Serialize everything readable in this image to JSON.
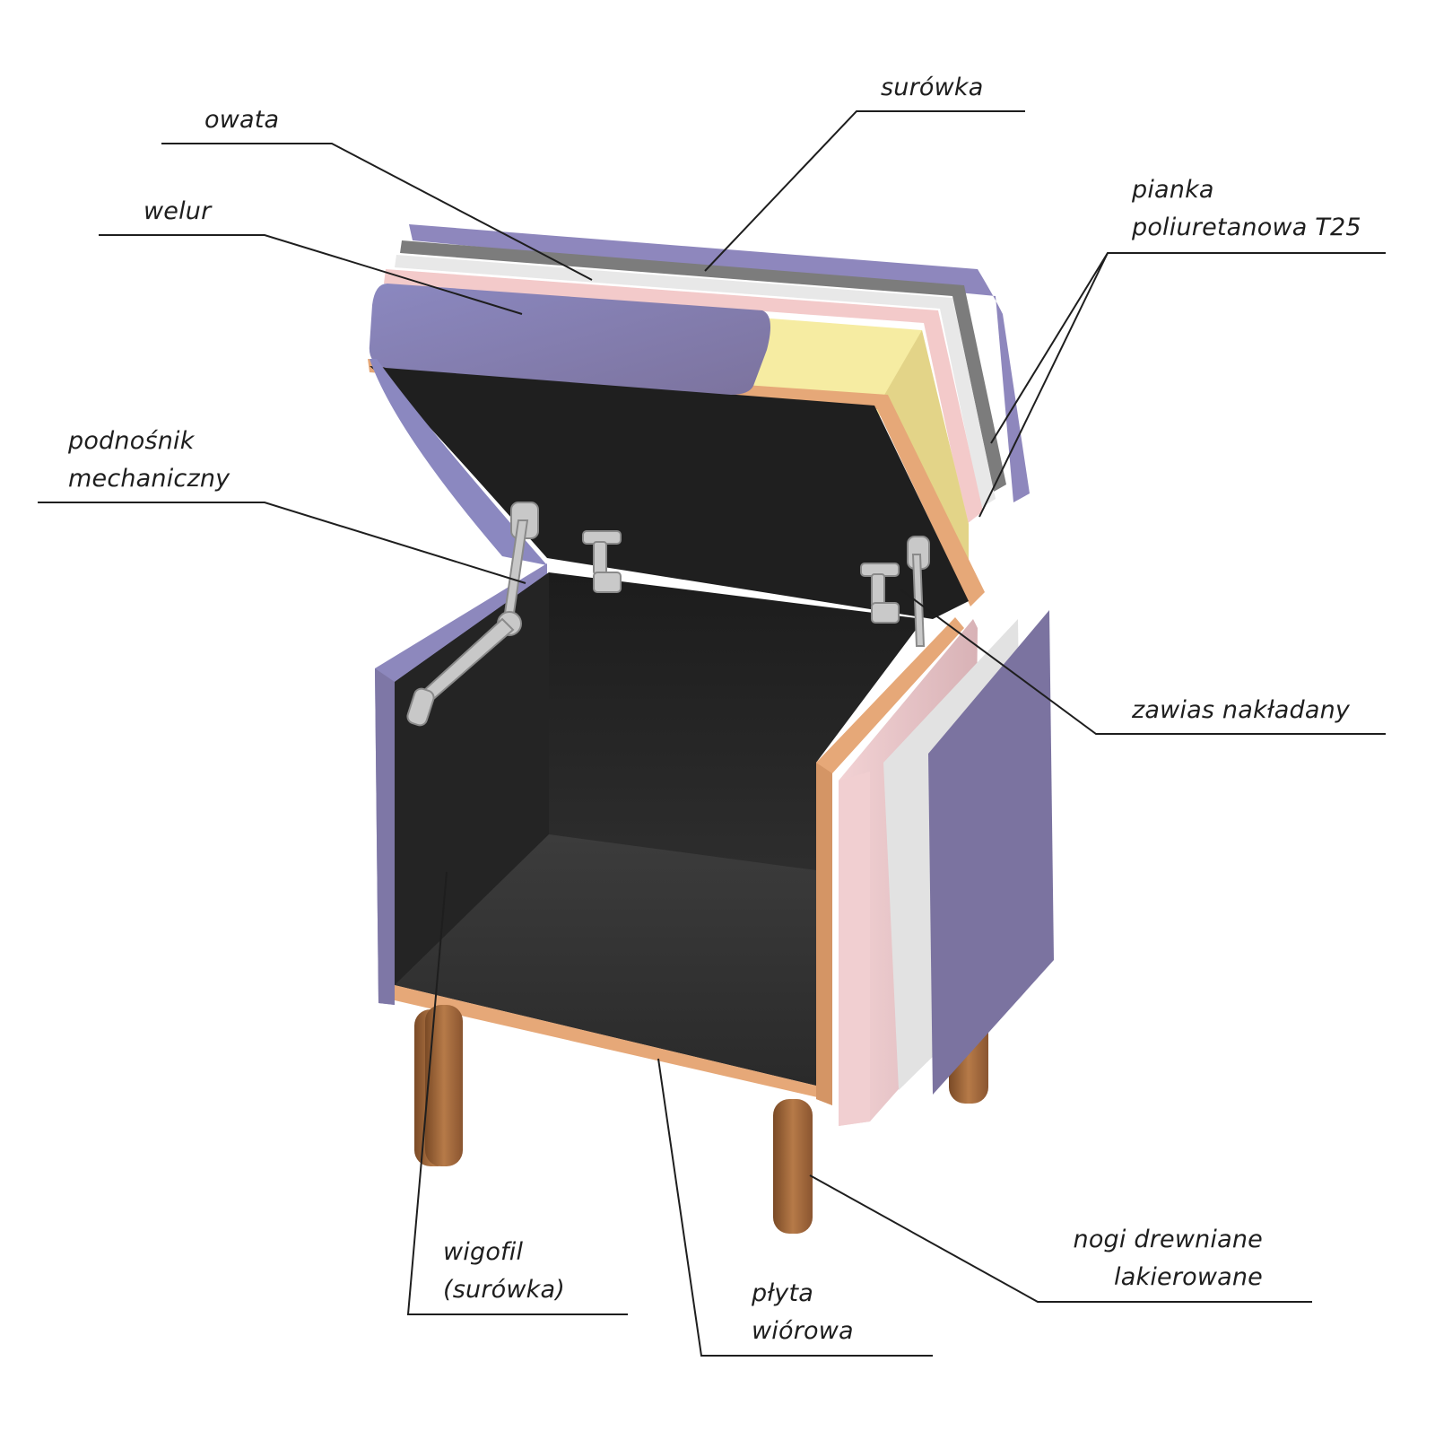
{
  "labels": {
    "owata": "owata",
    "surowka": "surówka",
    "welur": "welur",
    "pianka_1": "pianka",
    "pianka_2": "poliuretanowa T25",
    "podnosnik_1": "podnośnik",
    "podnosnik_2": "mechaniczny",
    "zawias": "zawias nakładany",
    "wigofil_1": "wigofil",
    "wigofil_2": "(surówka)",
    "plyta_1": "płyta",
    "plyta_2": "wiórowa",
    "nogi_1": "nogi drewniane",
    "nogi_2": "lakierowane"
  },
  "colors": {
    "velour": "#8480b0",
    "wadding": "#e6e6e6",
    "raw_fabric": "#7d7d7d",
    "foam_yellow": "#f6eb9f",
    "foam_pink": "#f3cacc",
    "chipboard": "#e6a878",
    "interior": "#2f2f2f",
    "legs": "#a86d3f",
    "leader_lines": "#1e1e1e"
  }
}
